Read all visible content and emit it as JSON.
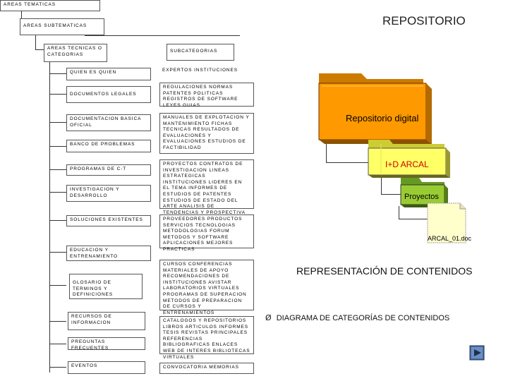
{
  "header": {
    "areas_tematicas": "AREAS TEMATICAS",
    "areas_subtematicas": "AREAS SUBTEMATICAS",
    "areas_tecnicas": "AREAS TECNICAS O CATEGORIAS",
    "subcategorias": "SUBCATEGORIAS",
    "repositorio": "REPOSITORIO"
  },
  "categories": [
    "QUIEN ES QUIEN",
    "DOCUMENTOS LEGALES",
    "DOCUMENTACION BASICA OFICIAL",
    "BANCO DE PROBLEMAS",
    "PROGRAMAS DE C-T",
    "INVESTIGACION Y DESARROLLO",
    "SOLUCIONES EXISTENTES",
    "EDUCACION Y ENTRENAMIENTO",
    "GLOSARIO DE TERMINOS Y DEFINICIONES",
    "RECURSOS DE INFORMACION",
    "PREGUNTAS FRECUENTES",
    "EVENTOS"
  ],
  "subcategories": [
    "EXPERTOS INSTITUCIONES",
    "REGULACIONES NORMAS PATENTES POLITICAS REGISTROS DE SOFTWARE LEYES GUIAS",
    "MANUALES DE EXPLOTACION Y MANTENIMIENTO FICHAS TECNICAS RESULTADOS DE EVALUACIONES Y EVALUACIONES ESTUDIOS DE FACTIBILIDAD",
    "PROYECTOS CONTRATOS DE INVESTIGACION LINEAS ESTRATEGICAS INSTITUCIONES LIDERES EN EL TEMA INFORMES DE ESTUDIOS DE PATENTES ESTUDIOS DE ESTADO DEL ARTE ANALISIS DE TENDENCIAS Y PROSPECTIVA",
    "PROVEEDORES PRODUCTOS SERVICIOS TECNOLOGIAS METODOLOGIAS FORUM METODOS Y SOFTWARE APLICACIONES MEJORES PRACTICAS",
    "CURSOS CONFERENCIAS MATERIALES DE APOYO RECOMENDACIONES DE INSTITUCIONES AVISTAR LABORATORIOS VIRTUALES PROGRAMAS DE SUPERACION METODOS DE PREPARACION DE CURSOS Y ENTRENAMIENTOS",
    "CATALOGOS Y REPOSITORIOS LIBROS ARTICULOS INFORMES TESIS REVISTAS PRINCIPALES REFERENCIAS BIBLIOGRAFICAS ENLACES WEB DE INTERES BIBLIOTECAS VIRTUALES",
    "CONVOCATORIA MEMORIAS"
  ],
  "repository": {
    "folder_main": "Repositorio digital",
    "folder_sub": "I+D ARCAL",
    "folder_proj": "Proyectos",
    "doc_label": "ARCAL_01.doc",
    "colors": {
      "orange": "#ff9900",
      "yellow": "#ffff66",
      "green": "#99cc33",
      "red_text": "#cc0000"
    }
  },
  "right_text": {
    "title": "REPRESENTACIÓN DE CONTENIDOS",
    "bullet_symbol": "Ø",
    "bullet": "DIAGRAMA DE CATEGORÍAS DE CONTENIDOS"
  },
  "nav": {
    "icon": "play-next-icon"
  }
}
